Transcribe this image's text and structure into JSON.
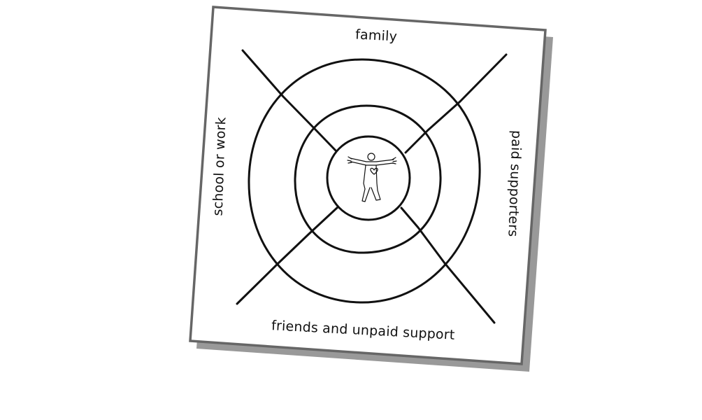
{
  "diagram": {
    "labels": {
      "top": "family",
      "right": "paid supporters",
      "bottom": "friends and unpaid support",
      "left": "school or work"
    },
    "colors": {
      "ink": "#111111",
      "paper": "#ffffff",
      "frame": "#666666",
      "shadow": "#999999"
    }
  }
}
